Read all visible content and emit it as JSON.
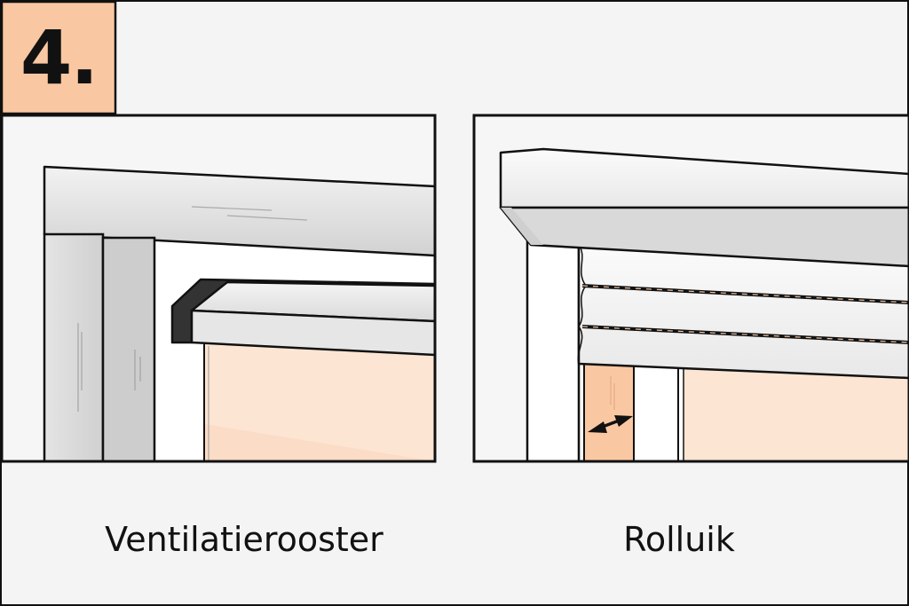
{
  "step": {
    "label": "4."
  },
  "panels": [
    {
      "id": "ventilation",
      "caption": "Ventilatierooster"
    },
    {
      "id": "shutter",
      "caption": "Rolluik"
    }
  ],
  "colors": {
    "background": "#f4f4f4",
    "accent": "#f9c8a2",
    "glass": "#fde5d3",
    "outline": "#111111",
    "dark_grille": "#333333"
  },
  "icons": {
    "arrow": "double-arrow-icon"
  }
}
